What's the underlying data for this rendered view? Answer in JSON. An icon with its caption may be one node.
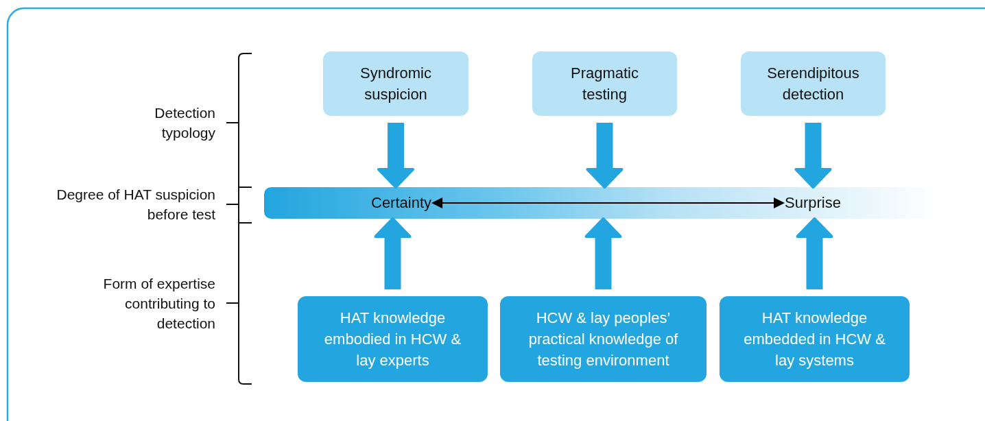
{
  "diagram": {
    "nodes": [
      {
        "text": [
          "Syndromic suspicion"
        ]
      },
      {
        "text": [
          "Pragmatic testing"
        ]
      },
      {
        "text": [
          "Serendipitous detection"
        ]
      },
      {
        "text": [],
        "shape": "bar"
      },
      {
        "text": [
          "Certainty"
        ],
        "in": 3
      },
      {
        "text": [
          "Surprise"
        ],
        "in": 3
      },
      {
        "text": [
          "HAT knowledge embodied in HCW & lay experts"
        ]
      },
      {
        "text": [
          "HCW & lay peoples’ practical knowledge of testing environment"
        ]
      },
      {
        "text": [
          "HAT knowledge embedded in HCW & lay systems"
        ]
      }
    ],
    "edges": [
      {
        "from": 0,
        "to": 3,
        "arrow": "to"
      },
      {
        "from": 1,
        "to": 3,
        "arrow": "to"
      },
      {
        "from": 2,
        "to": 3,
        "arrow": "to"
      },
      {
        "from": 4,
        "to": 5,
        "arrow": "both",
        "color": "#000000"
      },
      {
        "from": 6,
        "to": 3,
        "arrow": "to"
      },
      {
        "from": 7,
        "to": 3,
        "arrow": "to"
      },
      {
        "from": 8,
        "to": 3,
        "arrow": "to"
      }
    ],
    "labels": [
      "Detection typology",
      "Degree of HAT suspicion before test",
      "Form of expertise contributing to detection"
    ]
  }
}
